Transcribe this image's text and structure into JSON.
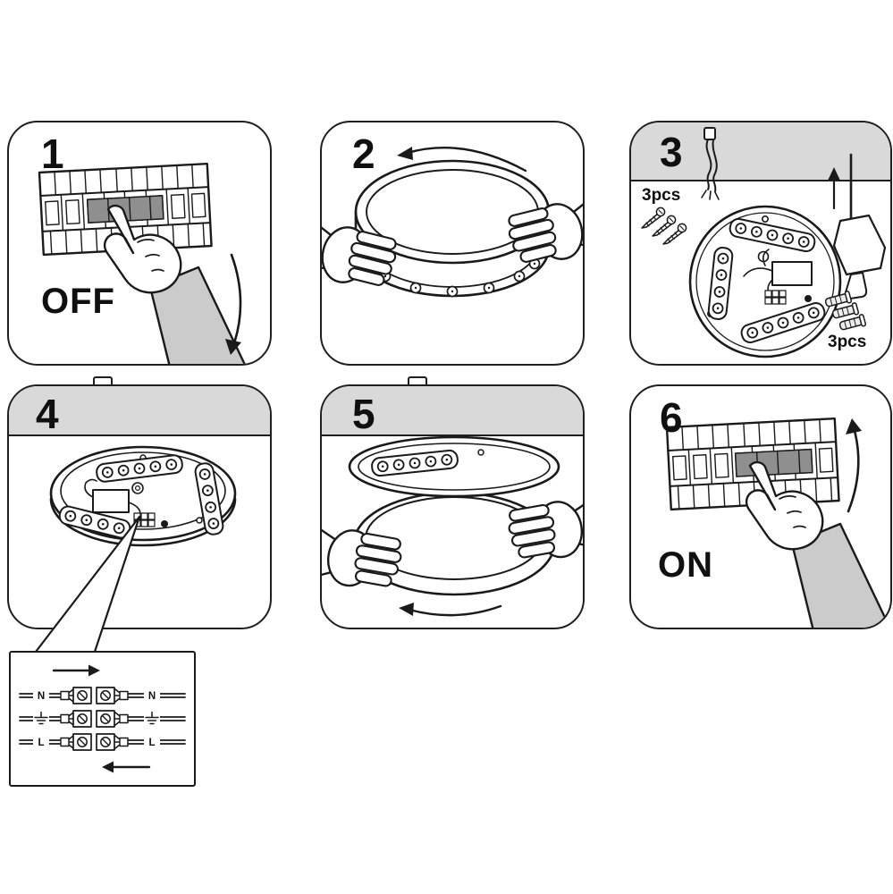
{
  "steps": [
    {
      "number": "1",
      "label": "OFF"
    },
    {
      "number": "2"
    },
    {
      "number": "3",
      "screws_count_label": "3pcs",
      "anchors_count_label": "3pcs"
    },
    {
      "number": "4"
    },
    {
      "number": "5"
    },
    {
      "number": "6",
      "label": "ON"
    }
  ],
  "wiring_box": {
    "left_labels": [
      "N",
      "⏚",
      "L"
    ],
    "right_labels": [
      "N",
      "⏚",
      "L"
    ]
  },
  "colors": {
    "background": "#ffffff",
    "line": "#1a1a1a",
    "header_grey": "#d9d9d9",
    "toggle_grey": "#8f8f8f",
    "sleeve_grey": "#cbcbcb"
  }
}
